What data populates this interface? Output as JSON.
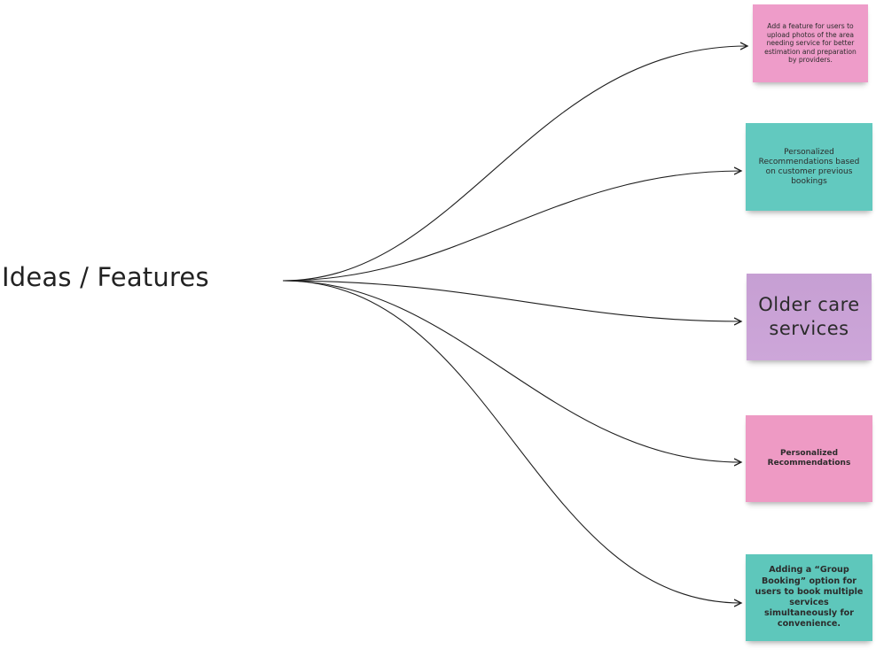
{
  "root": {
    "label": "Ideas / Features"
  },
  "notes": [
    {
      "text": "Add a feature for users to upload photos of the area needing service for better estimation and preparation by providers.",
      "color": "#ee9cc9"
    },
    {
      "text": "Personalized Recommendations based on customer previous bookings",
      "color": "#62c9bf"
    },
    {
      "text": "Older care services",
      "color": "#c69fd3"
    },
    {
      "text": "Personalized Recommendations",
      "color": "#ee9ac4"
    },
    {
      "text": "Adding a “Group Booking” option for users to book multiple services simultaneously for convenience.",
      "color": "#5ec7bb"
    }
  ],
  "connector_color": "#1f1f1f"
}
